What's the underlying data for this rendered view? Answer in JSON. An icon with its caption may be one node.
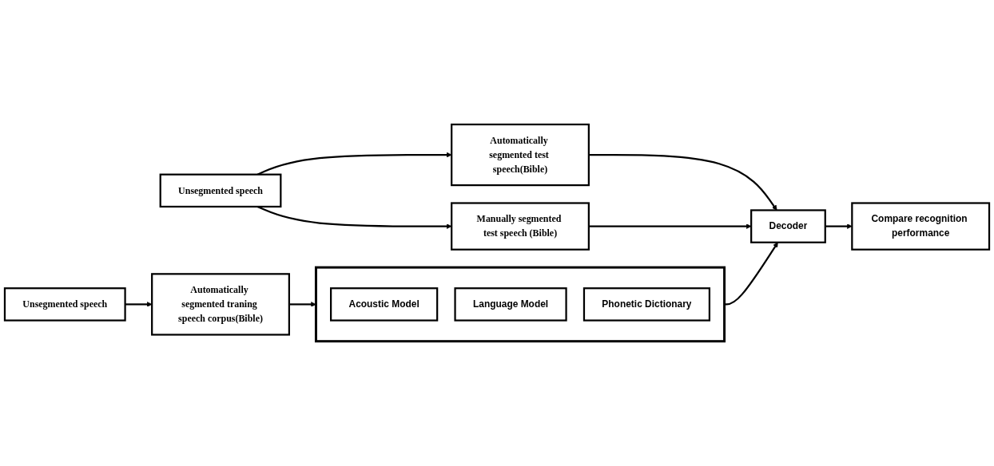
{
  "diagram": {
    "nodes": [
      {
        "text": [
          "Unsegmented speech"
        ]
      },
      {
        "text": [
          "Automatically segmented traning speech corpus(Bible)"
        ]
      },
      {
        "text": [],
        "shape": "box"
      },
      {
        "text": [
          "Acoustic Model"
        ],
        "in": 2
      },
      {
        "text": [
          "Language Model"
        ],
        "in": 2
      },
      {
        "text": [
          "Phonetic Dictionary"
        ],
        "in": 2
      },
      {
        "text": [
          "Decoder"
        ]
      },
      {
        "text": [
          "Compare recognition performance"
        ]
      },
      {
        "text": [
          "Automatically segmented test speech(Bible)"
        ]
      },
      {
        "text": [
          "Unsegmented speech"
        ]
      },
      {
        "text": [
          "Manually segmented test speech (Bible)"
        ]
      }
    ],
    "edges": [
      {
        "from": 0,
        "to": 1,
        "arrow": "to"
      },
      {
        "from": 1,
        "to": 2,
        "arrow": "to"
      },
      {
        "from": 2,
        "to": 6,
        "arrow": "to"
      },
      {
        "from": 6,
        "to": 7,
        "arrow": "to"
      },
      {
        "from": 9,
        "to": 8,
        "arrow": "to"
      },
      {
        "from": 9,
        "to": 10,
        "arrow": "to"
      },
      {
        "from": 8,
        "to": 6,
        "arrow": "to"
      },
      {
        "from": 10,
        "to": 6,
        "arrow": "to"
      }
    ]
  }
}
